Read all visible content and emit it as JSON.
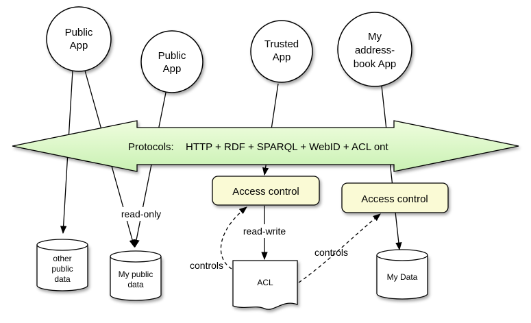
{
  "apps": [
    {
      "id": "public-app-1",
      "lines": [
        "Public",
        "App"
      ]
    },
    {
      "id": "public-app-2",
      "lines": [
        "Public",
        "App"
      ]
    },
    {
      "id": "trusted-app",
      "lines": [
        "Trusted",
        "App"
      ]
    },
    {
      "id": "address-book-app",
      "lines": [
        "My",
        "address-",
        "book App"
      ]
    }
  ],
  "protocol_bar": {
    "prefix": "Protocols:",
    "text": "HTTP + RDF + SPARQL + WebID + ACL ont"
  },
  "access_controls": [
    {
      "id": "access-control-1",
      "label": "Access control"
    },
    {
      "id": "access-control-2",
      "label": "Access control"
    }
  ],
  "stores": [
    {
      "id": "other-public-data",
      "lines": [
        "other",
        "public",
        "data"
      ]
    },
    {
      "id": "my-public-data",
      "lines": [
        "My public",
        "data"
      ]
    },
    {
      "id": "my-data",
      "lines": [
        "My Data"
      ]
    }
  ],
  "acl_document": {
    "label": "ACL"
  },
  "edge_labels": {
    "read_only": "read-only",
    "read_write": "read-write",
    "controls_left": "controls",
    "controls_right": "controls"
  },
  "colors": {
    "arrow_fill": "#ddfbcc",
    "box_fill": "#fafad5",
    "stroke": "#000000"
  }
}
